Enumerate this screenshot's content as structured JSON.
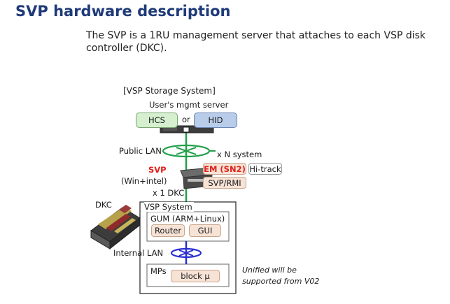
{
  "title": "SVP hardware description",
  "description": "The SVP is a 1RU management server that attaches to each VSP disk controller (DKC).",
  "diagram": {
    "header": "[VSP Storage System]",
    "user_server": "User's mgmt server",
    "hcs": "HCS",
    "or": "or",
    "hid": "HID",
    "public_lan": "Public LAN",
    "x_n_system": "x N system",
    "svp": "SVP",
    "svp_os": "(Win+intel)",
    "x1dkc": "x 1 DKC",
    "em": "EM (SN2)",
    "hitrack": "Hi-track",
    "svp_rmi": "SVP/RMI",
    "dkc": "DKC",
    "vsp_system": "VSP System",
    "gum": "GUM (ARM+Linux)",
    "router": "Router",
    "gui": "GUI",
    "internal_lan": "Internal LAN",
    "mps": "MPs",
    "block": "block μ",
    "note_line1": "Unified will be",
    "note_line2": "supported from V02"
  },
  "colors": {
    "title": "#1f3a78",
    "svp_red": "#e0201b",
    "green_box": "#d5efcf",
    "blue_box": "#b9cdea",
    "peach_box": "#f6e3d6",
    "public_lan_line": "#22a04b",
    "internal_lan_line": "#2a2fd0"
  }
}
